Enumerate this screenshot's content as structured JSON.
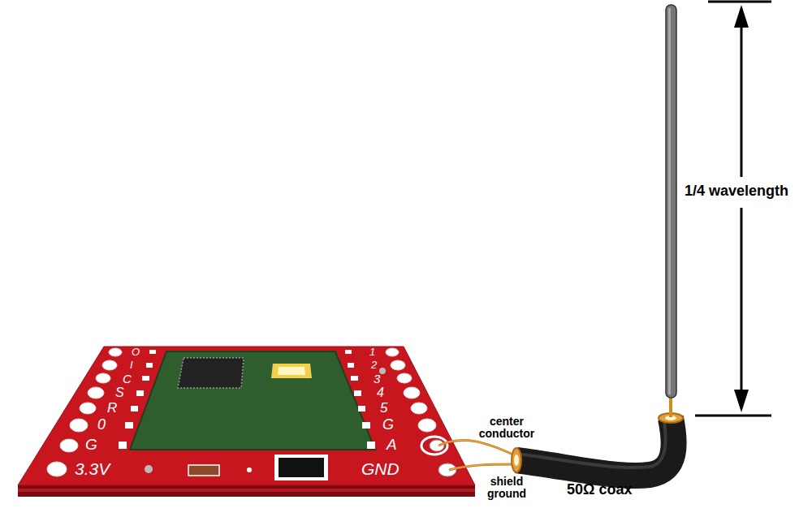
{
  "diagram": {
    "labels": [
      "O",
      "I",
      "C",
      "S",
      "R",
      "0",
      "G",
      "3.3V",
      "1",
      "2",
      "3",
      "4",
      "5",
      "G",
      "A",
      "GND",
      "center conductor",
      "shield ground",
      "50Ω coax",
      "1/4 wavelength"
    ]
  }
}
